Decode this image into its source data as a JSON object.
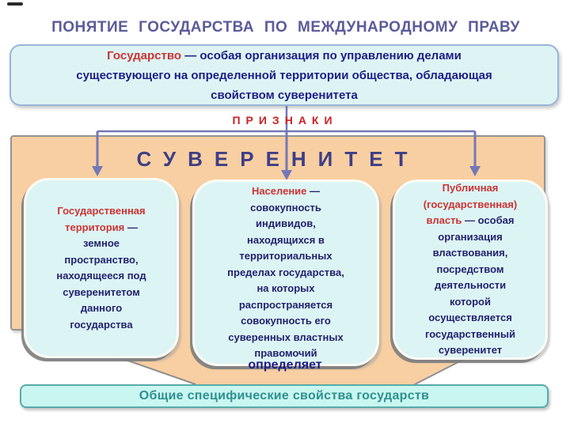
{
  "title": "ПОНЯТИЕ ГОСУДАРСТВА ПО МЕЖДУНАРОДНОМУ ПРАВУ",
  "definition": {
    "term": "Государство",
    "body": " — особая организация по управлению делами\nсуществующего на определенной территории общества, обладающая\nсвойством суверенитета"
  },
  "priznaki_label": "ПРИЗНАКИ",
  "sovereignty_label": "СУВЕРЕНИТЕТ",
  "feature_boxes": [
    {
      "id": "territory",
      "term": "Государственная\nтерритория",
      "body": " —\nземное\nпространство,\nнаходящееся под\nсуверенитетом\nданного\nгосударства"
    },
    {
      "id": "population",
      "term": "Население",
      "body": " —\nсовокупность\nиндивидов,\nнаходящихся в\nтерриториальных\nпределах государства,\nна которых\nраспространяется\nсовокупность его\nсуверенных властных\nправомочий"
    },
    {
      "id": "power",
      "term": "Публичная\n(государственная)\nвласть",
      "body": " — особая\nорганизация\nвластвования,\nпосредством\nдеятельности\nкоторой\nосуществляется\nгосударственный\nсуверенитет"
    }
  ],
  "defines_label": "определяет",
  "footer_label": "Общие специфические свойства государств",
  "colors": {
    "title_text": "#5b5b99",
    "term_red": "#cc3333",
    "body_navy": "#1c1c86",
    "priznaki_red": "#cc2222",
    "sovereignty_text": "#3e3e85",
    "arrow": "#7478b6",
    "orange_fill": "#f8cfa2",
    "orange_border": "#939393",
    "cyan_fill": "#dcf4f4",
    "definition_fill": "#def4f4",
    "footer_fill": "#c9f6f1",
    "footer_text": "#2e8f8f"
  }
}
